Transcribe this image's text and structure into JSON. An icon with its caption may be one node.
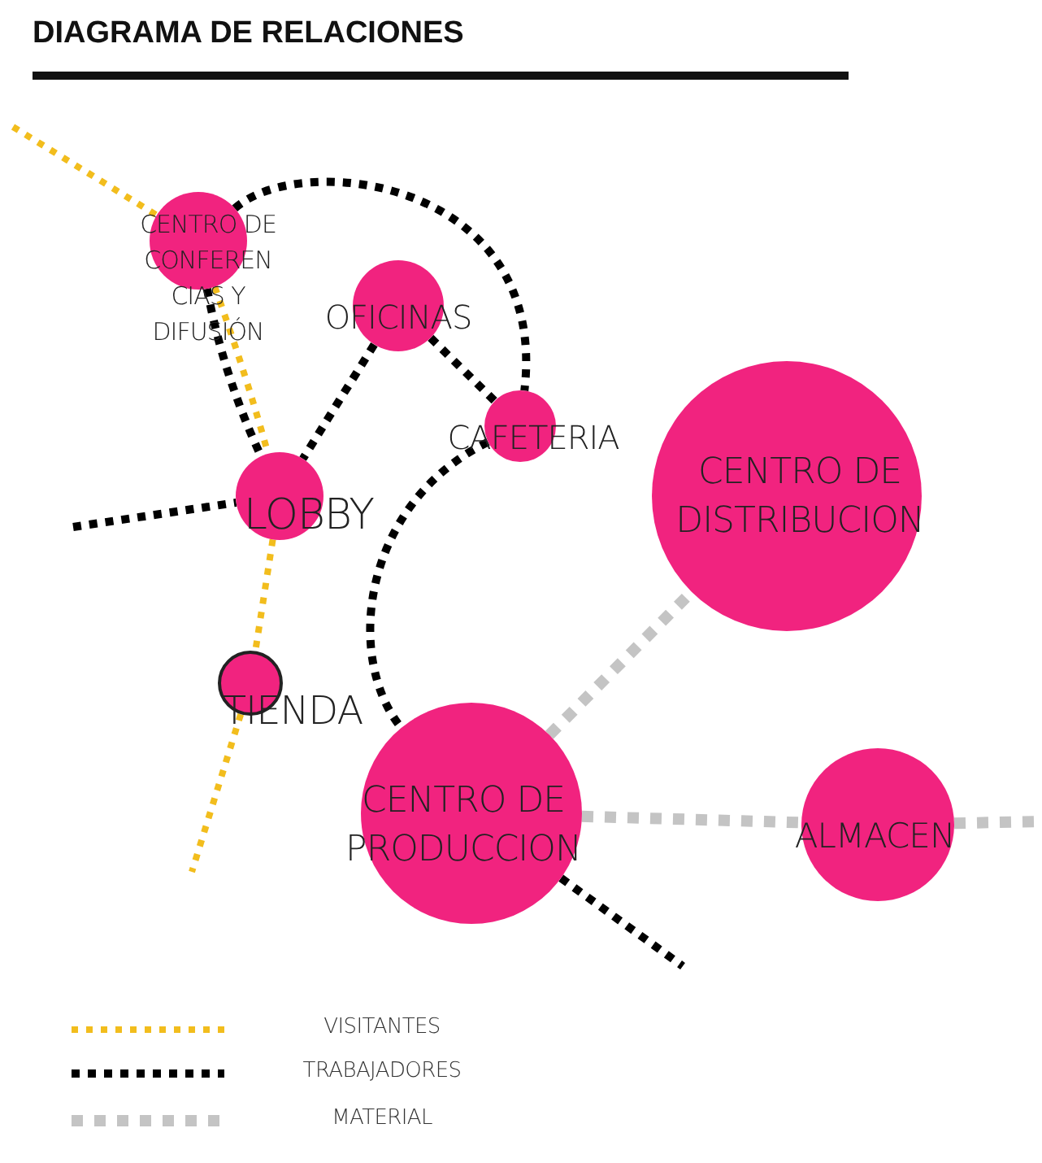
{
  "diagram": {
    "title": "DIAGRAMA DE RELACIONES",
    "nodes": [
      {
        "text": [
          "CENTRO DE CONFEREN CIAS Y DIFUSIÓN"
        ]
      },
      {
        "text": [
          "OFICINAS"
        ]
      },
      {
        "text": [
          "CAFETERIA"
        ]
      },
      {
        "text": [
          "CENTRO DE DISTRIBUCION"
        ]
      },
      {
        "text": [
          "LOBBY"
        ]
      },
      {
        "text": [
          "TIENDA"
        ]
      },
      {
        "text": [
          "CENTRO DE PRODUCCION"
        ]
      },
      {
        "text": [
          "ALMACEN"
        ]
      }
    ],
    "edges": [
      {
        "from": null,
        "to": 0,
        "arrow": "none",
        "color": "#f2bd1d"
      },
      {
        "from": 0,
        "to": 4,
        "arrow": "none",
        "color": "#f2bd1d"
      },
      {
        "from": 4,
        "to": 5,
        "arrow": "none",
        "color": "#f2bd1d"
      },
      {
        "from": 5,
        "to": null,
        "arrow": "none",
        "color": "#f2bd1d"
      },
      {
        "from": 0,
        "to": 4,
        "arrow": "none"
      },
      {
        "from": 0,
        "to": 2,
        "arrow": "none"
      },
      {
        "from": 1,
        "to": 4,
        "arrow": "none"
      },
      {
        "from": 1,
        "to": 2,
        "arrow": "none"
      },
      {
        "from": null,
        "to": 4,
        "arrow": "none"
      },
      {
        "from": 2,
        "to": 6,
        "arrow": "none"
      },
      {
        "from": 6,
        "to": null,
        "arrow": "none"
      },
      {
        "from": 6,
        "to": 3,
        "arrow": "none",
        "color": "#c4c4c4"
      },
      {
        "from": 6,
        "to": 7,
        "arrow": "none",
        "color": "#c4c4c4"
      },
      {
        "from": 7,
        "to": null,
        "arrow": "none",
        "color": "#c4c4c4"
      }
    ],
    "legend": [
      {
        "text": "VISITANTES"
      },
      {
        "text": "TRABAJADORES"
      },
      {
        "text": "MATERIAL"
      }
    ]
  }
}
